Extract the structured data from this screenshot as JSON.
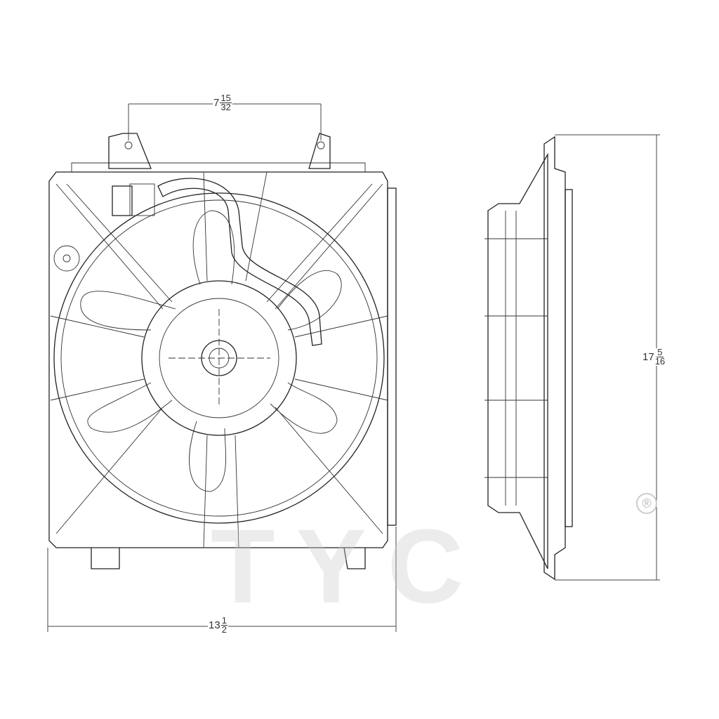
{
  "dimensions": {
    "mount_hole_spacing": {
      "whole": "7",
      "num": "15",
      "den": "32"
    },
    "width": {
      "whole": "13",
      "num": "1",
      "den": "2"
    },
    "height": {
      "whole": "17",
      "num": "5",
      "den": "16"
    }
  },
  "watermark": {
    "text": "TYC",
    "registered_mark": "®"
  }
}
